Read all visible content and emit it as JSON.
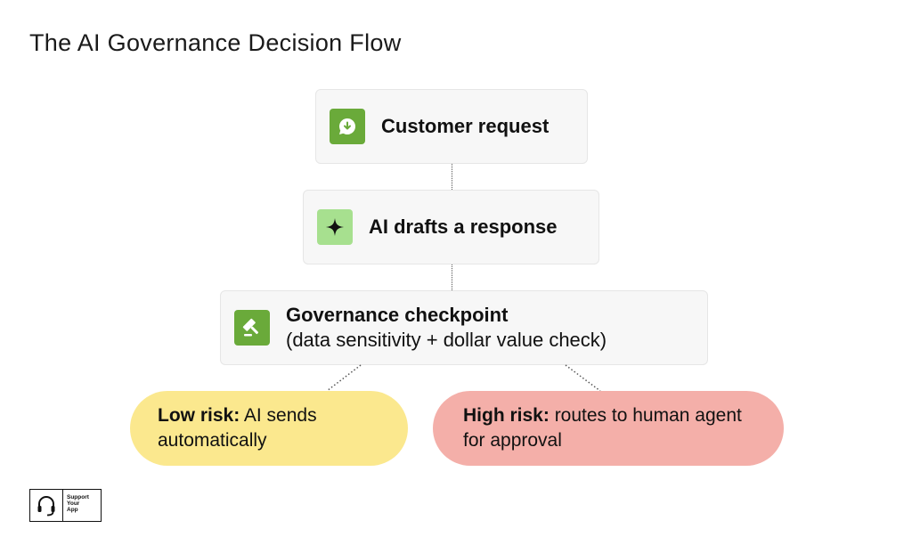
{
  "title": "The AI Governance Decision Flow",
  "nodes": {
    "request": {
      "label": "Customer request",
      "icon": "chat-download-icon",
      "icon_color": "#6aaa3a"
    },
    "draft": {
      "label": "AI drafts a response",
      "icon": "sparkle-icon",
      "icon_color": "#a7e08f"
    },
    "checkpoint": {
      "label": "Governance checkpoint",
      "sublabel": "(data sensitivity + dollar value check)",
      "icon": "gavel-icon",
      "icon_color": "#6aaa3a"
    }
  },
  "outcomes": {
    "low": {
      "strong": "Low risk:",
      "text": " AI sends automatically",
      "color": "#fbe88e"
    },
    "high": {
      "strong": "High risk:",
      "text": " routes to human agent for approval",
      "color": "#f4afa9"
    }
  },
  "logo": {
    "line1": "Support",
    "line2": "Your",
    "line3": "App",
    "icon": "headset-icon"
  }
}
